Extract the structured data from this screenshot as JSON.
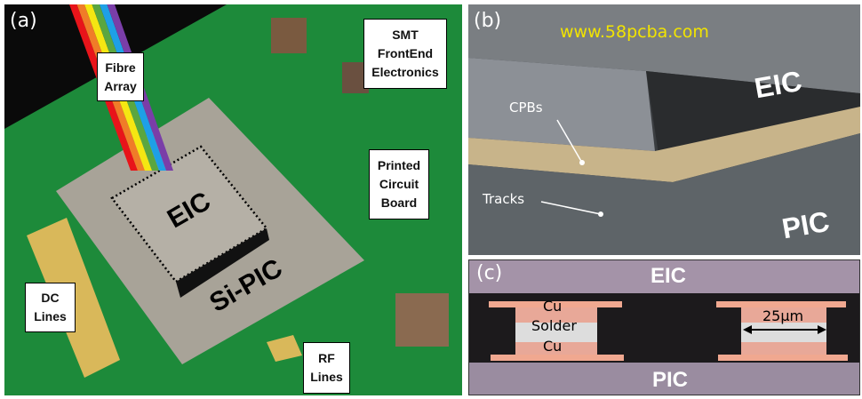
{
  "panel_a": {
    "label": "(a)",
    "labels": {
      "fibre_array": "Fibre Array",
      "smt": "SMT FrontEnd Electronics",
      "pcb": "Printed Circuit Board",
      "dc_lines": "DC Lines",
      "rf_lines": "RF Lines",
      "eic": "EIC",
      "si_pic": "Si-PIC"
    },
    "fibre_colors": [
      "#e8141a",
      "#f07c28",
      "#f5e612",
      "#5aa640",
      "#1ea0e6",
      "#7a3ea8"
    ]
  },
  "panel_b": {
    "label": "(b)",
    "watermark": "www.58pcba.com",
    "labels": {
      "eic": "EIC",
      "pic": "PIC",
      "cpbs": "CPBs",
      "tracks": "Tracks"
    }
  },
  "panel_c": {
    "label": "(c)",
    "labels": {
      "eic": "EIC",
      "pic": "PIC",
      "cu_top": "Cu",
      "solder": "Solder",
      "cu_bottom": "Cu",
      "scale": "25µm"
    }
  }
}
